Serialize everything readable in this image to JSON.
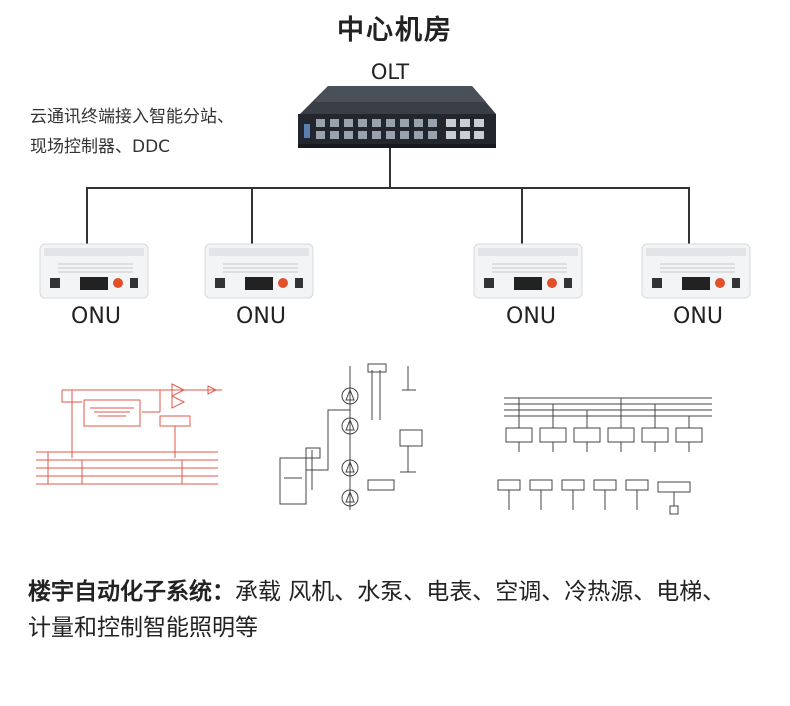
{
  "title": "中心机房",
  "olt": {
    "label": "OLT"
  },
  "note": {
    "line1": "云通讯终端接入智能分站、",
    "line2": "现场控制器、DDC"
  },
  "onus": [
    {
      "label": "ONU"
    },
    {
      "label": "ONU"
    },
    {
      "label": "ONU"
    },
    {
      "label": "ONU"
    }
  ],
  "footer": {
    "heading": "楼宇自动化子系统：",
    "line1_rest": "承载 风机、水泵、电表、空调、冷热源、电梯、",
    "line2": "计量和控制智能照明等"
  }
}
